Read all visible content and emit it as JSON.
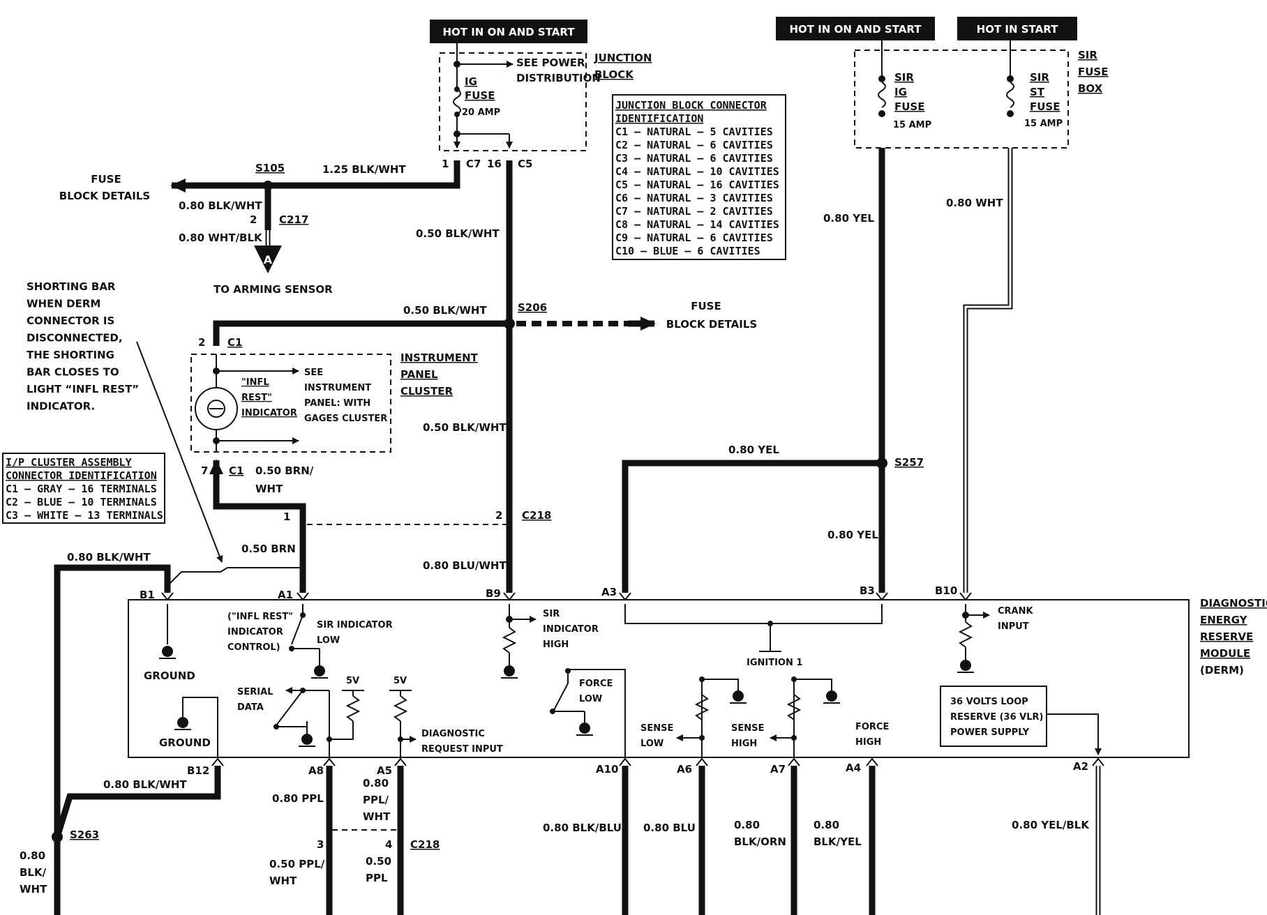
{
  "headers": {
    "hot_on_start_1": "HOT IN ON AND START",
    "hot_on_start_2": "HOT IN ON AND START",
    "hot_in_start": "HOT IN START"
  },
  "junction_block": {
    "title_line1": "JUNCTION",
    "title_line2": "BLOCK",
    "see_power_line1": "SEE POWER",
    "see_power_line2": "DISTRIBUTION",
    "fuse_line1": "IG",
    "fuse_line2": "FUSE",
    "fuse_amp": "20 AMP",
    "c7_pin": "1",
    "c7": "C7",
    "c5_pin": "16",
    "c5": "C5"
  },
  "connector_table": {
    "title_line1": "JUNCTION BLOCK CONNECTOR",
    "title_line2": "IDENTIFICATION",
    "rows": [
      "C1 – NATURAL – 5 CAVITIES",
      "C2 – NATURAL – 6 CAVITIES",
      "C3 – NATURAL – 6 CAVITIES",
      "C4 – NATURAL – 10 CAVITIES",
      "C5 – NATURAL – 16 CAVITIES",
      "C6 – NATURAL – 3 CAVITIES",
      "C7 – NATURAL – 2 CAVITIES",
      "C8 – NATURAL – 14 CAVITIES",
      "C9 – NATURAL – 6 CAVITIES",
      "C10 – BLUE – 6 CAVITIES"
    ]
  },
  "sir_fuse_box": {
    "title_line1": "SIR",
    "title_line2": "FUSE",
    "title_line3": "BOX",
    "fuse1_line1": "SIR",
    "fuse1_line2": "IG",
    "fuse1_line3": "FUSE",
    "fuse1_amp": "15 AMP",
    "fuse2_line1": "SIR",
    "fuse2_line2": "ST",
    "fuse2_line3": "FUSE",
    "fuse2_amp": "15 AMP"
  },
  "wires": {
    "w125_blkwht": "1.25 BLK/WHT",
    "w080_blkwht_top": "0.80 BLK/WHT",
    "w080_whtblk": "0.80 WHT/BLK",
    "w050_blkwht_1": "0.50 BLK/WHT",
    "w050_blkwht_2": "0.50 BLK/WHT",
    "w050_blkwht_3": "0.50 BLK/WHT",
    "w080_yel_1": "0.80 YEL",
    "w080_yel_2": "0.80 YEL",
    "w080_yel_3": "0.80 YEL",
    "w080_wht": "0.80 WHT",
    "w050_brn_line1": "0.50 BRN/",
    "w050_brn_line2": "WHT",
    "w050_brn": "0.50 BRN",
    "w080_bluwht": "0.80 BLU/WHT",
    "w080_blkwht_left": "0.80 BLK/WHT",
    "w080_blkwht_b12": "0.80 BLK/WHT",
    "w080_ppl": "0.80 PPL",
    "w080_pplwht_l1": "0.80",
    "w080_pplwht_l2": "PPL/",
    "w080_pplwht_l3": "WHT",
    "w050_pplwht_l1": "0.50 PPL/",
    "w050_pplwht_l2": "WHT",
    "w050_ppl_l1": "0.50",
    "w050_ppl_l2": "PPL",
    "w080_blkblu": "0.80 BLK/BLU",
    "w080_blu": "0.80 BLU",
    "w080_blkorn_l1": "0.80",
    "w080_blkorn_l2": "BLK/ORN",
    "w080_blkyel_l1": "0.80",
    "w080_blkyel_l2": "BLK/YEL",
    "w080_yelblk": "0.80 YEL/BLK",
    "w080_blk_l1": "0.80",
    "w080_blk_l2": "BLK/",
    "w080_blk_l3": "WHT"
  },
  "splices": {
    "s105": "S105",
    "s206": "S206",
    "s257": "S257",
    "s263": "S263"
  },
  "connectors": {
    "c217_pin": "2",
    "c217": "C217",
    "c1_top_pin": "2",
    "c1_top": "C1",
    "c1_bot_pin": "7",
    "c1_bot": "C1",
    "c218_pin1": "1",
    "c218_pin2": "2",
    "c218": "C218",
    "c218b_pin3": "3",
    "c218b_pin4": "4",
    "c218b": "C218",
    "arming_letter": "A"
  },
  "texts": {
    "fuse_block_left_1": "FUSE",
    "fuse_block_left_2": "BLOCK DETAILS",
    "fuse_block_right_1": "FUSE",
    "fuse_block_right_2": "BLOCK DETAILS",
    "to_arming_sensor": "TO ARMING SENSOR",
    "shorting_bar_lines": [
      "SHORTING BAR",
      "WHEN DERM",
      "CONNECTOR IS",
      "DISCONNECTED,",
      "THE SHORTING",
      "BAR CLOSES TO",
      "LIGHT “INFL REST”",
      "INDICATOR."
    ],
    "ipc_title_1": "INSTRUMENT",
    "ipc_title_2": "PANEL",
    "ipc_title_3": "CLUSTER",
    "infl_line1": "\"INFL",
    "infl_line2": "REST\"",
    "infl_line3": "INDICATOR",
    "see_ipc_1": "SEE",
    "see_ipc_2": "INSTRUMENT",
    "see_ipc_3": "PANEL:  WITH",
    "see_ipc_4": "GAGES CLUSTER",
    "ipc_table_lines": [
      "I/P CLUSTER ASSEMBLY",
      "CONNECTOR IDENTIFICATION",
      "C1 – GRAY – 16 TERMINALS",
      "C2 – BLUE – 10  TERMINALS",
      "C3 – WHITE – 13 TERMINALS"
    ]
  },
  "derm": {
    "title_lines": [
      "DIAGNOSTIC",
      "ENERGY",
      "RESERVE",
      "MODULE",
      "(DERM)"
    ],
    "pins": {
      "b1": "B1",
      "a1": "A1",
      "b9": "B9",
      "a3": "A3",
      "b3": "B3",
      "b10": "B10",
      "b12": "B12",
      "a8": "A8",
      "a5": "A5",
      "a10": "A10",
      "a6": "A6",
      "a7": "A7",
      "a4": "A4",
      "a2": "A2"
    },
    "ground_1": "GROUND",
    "ground_2": "GROUND",
    "infl_ctrl_1": "(\"INFL REST\"",
    "infl_ctrl_2": "INDICATOR",
    "infl_ctrl_3": "CONTROL)",
    "sir_ind_low_1": "SIR INDICATOR",
    "sir_ind_low_2": "LOW",
    "sir_ind_high_1": "SIR",
    "sir_ind_high_2": "INDICATOR",
    "sir_ind_high_3": "HIGH",
    "serial_1": "SERIAL",
    "serial_2": "DATA",
    "v5_1": "5V",
    "v5_2": "5V",
    "diag_req_1": "DIAGNOSTIC",
    "diag_req_2": "REQUEST INPUT",
    "force_low_1": "FORCE",
    "force_low_2": "LOW",
    "ignition": "IGNITION 1",
    "sense_low_1": "SENSE",
    "sense_low_2": "LOW",
    "sense_high_1": "SENSE",
    "sense_high_2": "HIGH",
    "force_high_1": "FORCE",
    "force_high_2": "HIGH",
    "crank_1": "CRANK",
    "crank_2": "INPUT",
    "vlr_1": "36 VOLTS LOOP",
    "vlr_2": "RESERVE (36 VLR)",
    "vlr_3": "POWER SUPPLY"
  }
}
